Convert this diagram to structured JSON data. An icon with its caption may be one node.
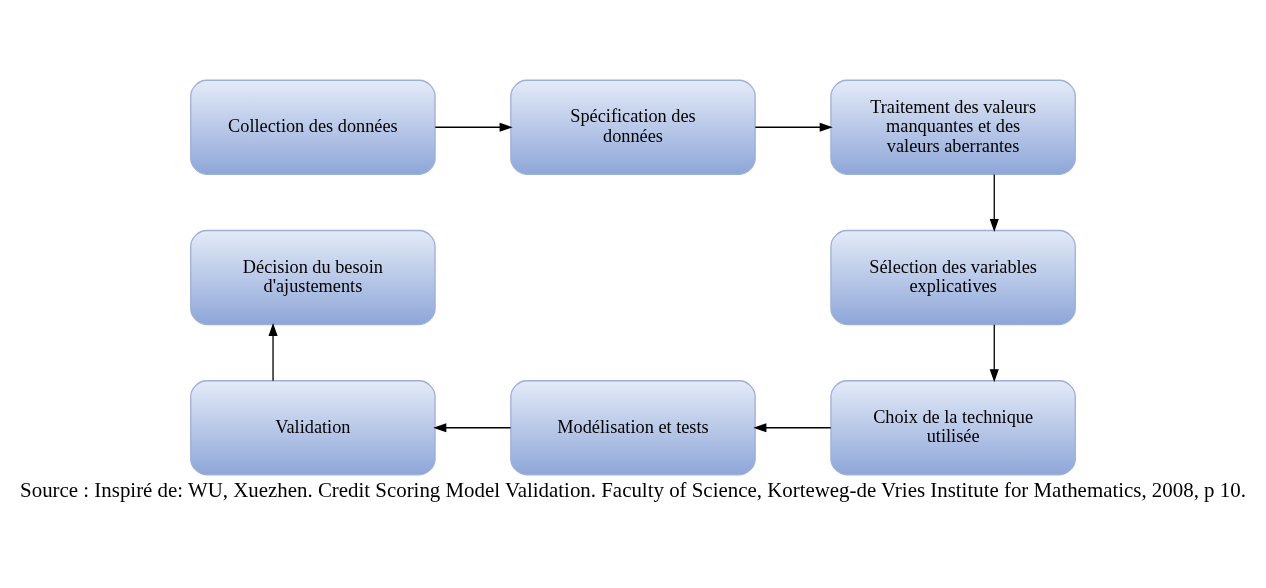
{
  "diagram": {
    "caption": "Source : Inspiré de: WU, Xuezhen. Credit Scoring Model Validation. Faculty of Science, Korteweg-de Vries Institute for Mathematics, 2008, p 10.",
    "nodes": [
      {
        "text": [
          "Collection des données"
        ]
      },
      {
        "text": [
          "Spécification des données"
        ]
      },
      {
        "text": [
          "Traitement des valeurs manquantes et des valeurs aberrantes"
        ]
      },
      {
        "text": [
          "Sélection des variables explicatives"
        ]
      },
      {
        "text": [
          "Choix de la technique utilisée"
        ]
      },
      {
        "text": [
          "Modélisation et tests"
        ]
      },
      {
        "text": [
          "Validation"
        ]
      },
      {
        "text": [
          "Décision du besoin d'ajustements"
        ]
      }
    ],
    "edges": [
      {
        "from": 0,
        "to": 1,
        "arrow": "to"
      },
      {
        "from": 1,
        "to": 2,
        "arrow": "to"
      },
      {
        "from": 2,
        "to": 3,
        "arrow": "to"
      },
      {
        "from": 3,
        "to": 4,
        "arrow": "to"
      },
      {
        "from": 4,
        "to": 5,
        "arrow": "to"
      },
      {
        "from": 5,
        "to": 6,
        "arrow": "to"
      },
      {
        "from": 6,
        "to": 7,
        "arrow": "to"
      }
    ]
  }
}
